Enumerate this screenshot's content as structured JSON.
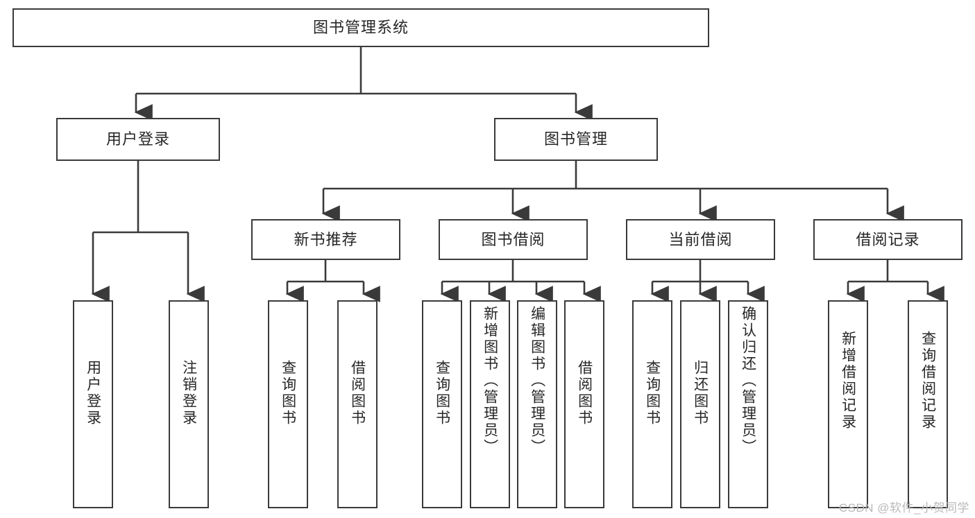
{
  "diagram": {
    "type": "tree",
    "title": "图书管理系统",
    "root": {
      "label": "图书管理系统"
    },
    "level2": [
      {
        "id": "user-login",
        "label": "用户登录"
      },
      {
        "id": "book-management",
        "label": "图书管理"
      }
    ],
    "level3": [
      {
        "id": "new-book-recommend",
        "label": "新书推荐"
      },
      {
        "id": "book-borrow",
        "label": "图书借阅"
      },
      {
        "id": "current-borrow",
        "label": "当前借阅"
      },
      {
        "id": "borrow-record",
        "label": "借阅记录"
      }
    ],
    "leaves": [
      {
        "id": "leaf-user-login",
        "label": "用户登录",
        "parent": "user-login"
      },
      {
        "id": "leaf-logout-login",
        "label": "注销登录",
        "parent": "user-login"
      },
      {
        "id": "leaf-query-book-1",
        "label": "查询图书",
        "parent": "new-book-recommend"
      },
      {
        "id": "leaf-borrow-book-1",
        "label": "借阅图书",
        "parent": "new-book-recommend"
      },
      {
        "id": "leaf-query-book-2",
        "label": "查询图书",
        "parent": "book-borrow"
      },
      {
        "id": "leaf-add-book",
        "label": "新增图书（管理员）",
        "parent": "book-borrow"
      },
      {
        "id": "leaf-edit-book",
        "label": "编辑图书（管理员）",
        "parent": "book-borrow"
      },
      {
        "id": "leaf-borrow-book-2",
        "label": "借阅图书",
        "parent": "book-borrow"
      },
      {
        "id": "leaf-query-book-3",
        "label": "查询图书",
        "parent": "current-borrow"
      },
      {
        "id": "leaf-return-book",
        "label": "归还图书",
        "parent": "current-borrow"
      },
      {
        "id": "leaf-confirm-return",
        "label": "确认归还（管理员）",
        "parent": "current-borrow"
      },
      {
        "id": "leaf-add-record",
        "label": "新增借阅记录",
        "parent": "borrow-record"
      },
      {
        "id": "leaf-query-record",
        "label": "查询借阅记录",
        "parent": "borrow-record"
      }
    ],
    "colors": {
      "stroke": "#3a3a3a",
      "fill": "#ffffff",
      "text": "#262626",
      "watermark": "#b9b9b9"
    }
  },
  "watermark": {
    "text": "CSDN @软件_小贺同学"
  }
}
